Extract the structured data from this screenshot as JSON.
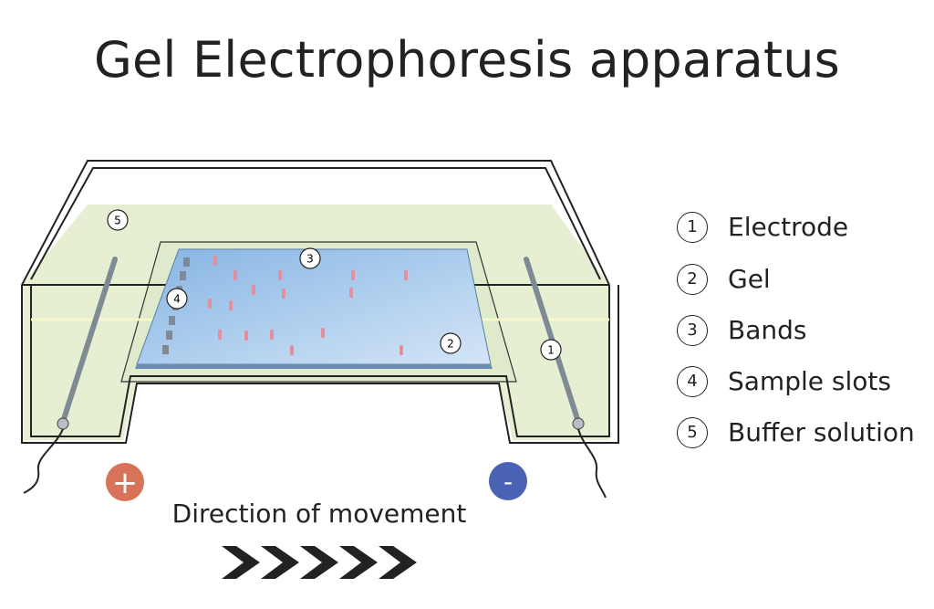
{
  "title": "Gel Electrophoresis apparatus",
  "legend": [
    {
      "number": "1",
      "label": "Electrode"
    },
    {
      "number": "2",
      "label": "Gel"
    },
    {
      "number": "3",
      "label": "Bands"
    },
    {
      "number": "4",
      "label": "Sample slots"
    },
    {
      "number": "5",
      "label": "Buffer solution"
    }
  ],
  "callouts": {
    "electrode": "1",
    "gel": "2",
    "bands": "3",
    "sample_slots": "4",
    "buffer_solution": "5"
  },
  "terminals": {
    "positive": "+",
    "negative": "-"
  },
  "direction_label": "Direction of movement",
  "colors": {
    "buffer": "#e6efd2",
    "gel": "#9ec6ea",
    "band": "#e38f9d",
    "electrode": "#7f8a95",
    "positive_terminal": "#d8735a",
    "negative_terminal": "#4a62b3",
    "arrow": "#222222"
  }
}
